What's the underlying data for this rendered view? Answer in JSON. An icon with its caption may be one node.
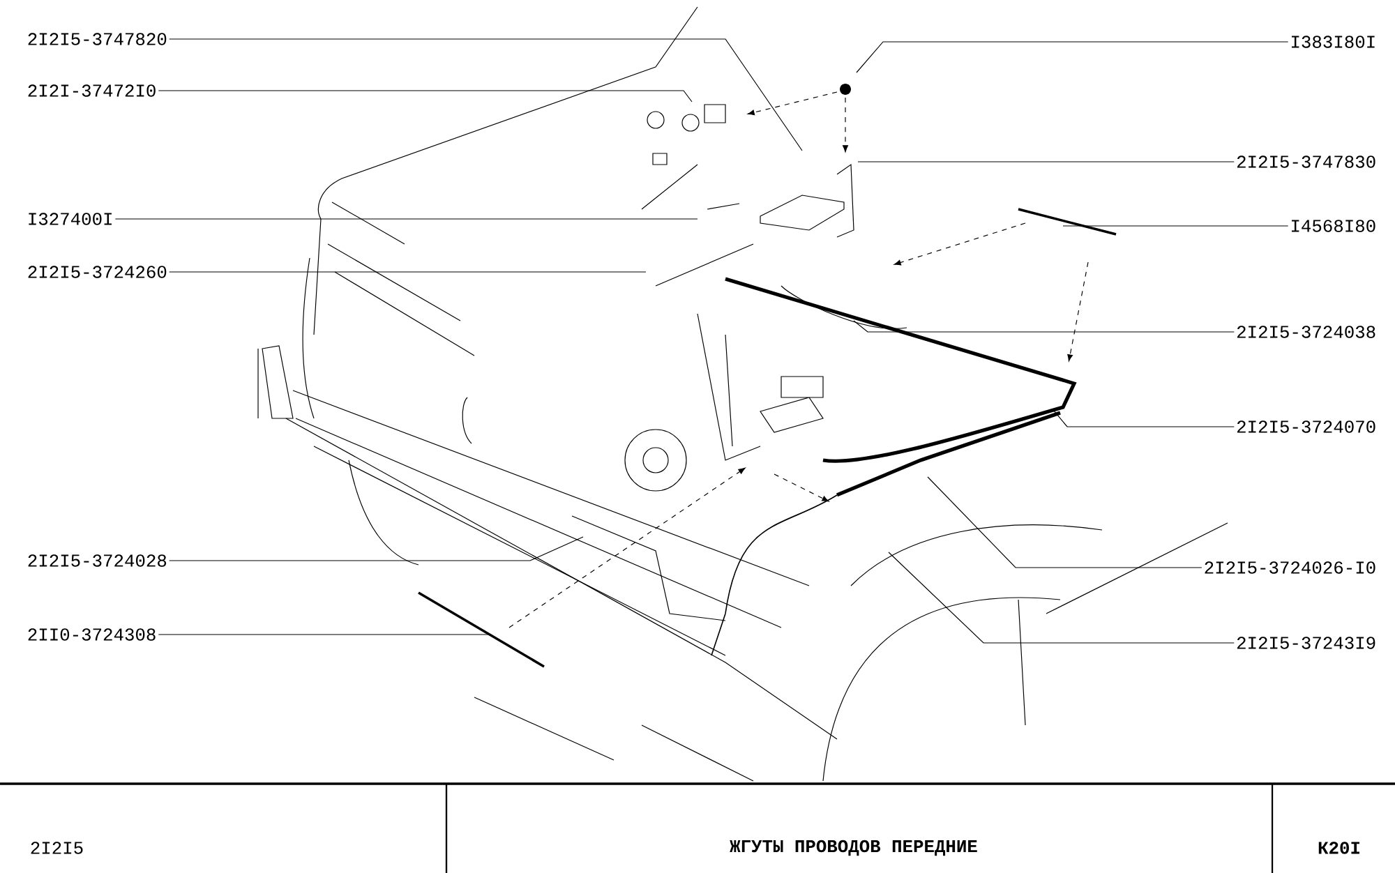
{
  "diagram": {
    "nodes": [
      {
        "text": [
          "2I2I5-3747820"
        ]
      },
      {
        "text": [
          "2I2I-37472I0"
        ]
      },
      {
        "text": [
          "I327400I"
        ]
      },
      {
        "text": [
          "2I2I5-3724260"
        ]
      },
      {
        "text": [
          "2I2I5-3724028"
        ]
      },
      {
        "text": [
          "2II0-3724308"
        ]
      },
      {
        "text": [
          "I383I80I"
        ]
      },
      {
        "text": [
          "2I2I5-3747830"
        ]
      },
      {
        "text": [
          "I4568I80"
        ]
      },
      {
        "text": [
          "2I2I5-3724038"
        ]
      },
      {
        "text": [
          "2I2I5-3724070"
        ]
      },
      {
        "text": [
          "2I2I5-3724026-I0"
        ]
      },
      {
        "text": [
          "2I2I5-37243I9"
        ]
      }
    ],
    "edges": [
      {
        "from": 0,
        "to": null,
        "arrow": "none"
      },
      {
        "from": 1,
        "to": null,
        "arrow": "none"
      },
      {
        "from": 2,
        "to": null,
        "arrow": "none"
      },
      {
        "from": 3,
        "to": null,
        "arrow": "none"
      },
      {
        "from": 4,
        "to": null,
        "arrow": "none"
      },
      {
        "from": 5,
        "to": null,
        "arrow": "none"
      },
      {
        "from": 6,
        "to": null,
        "arrow": "none"
      },
      {
        "from": 7,
        "to": null,
        "arrow": "none"
      },
      {
        "from": 8,
        "to": null,
        "arrow": "none"
      },
      {
        "from": 9,
        "to": null,
        "arrow": "none"
      },
      {
        "from": 10,
        "to": null,
        "arrow": "none"
      },
      {
        "from": 11,
        "to": null,
        "arrow": "none"
      },
      {
        "from": 12,
        "to": null,
        "arrow": "none"
      }
    ],
    "labels": [
      "2I2I5",
      "ЖГУТЫ ПРОВОДОВ ПЕРЕДНИЕ",
      "К20I"
    ]
  }
}
